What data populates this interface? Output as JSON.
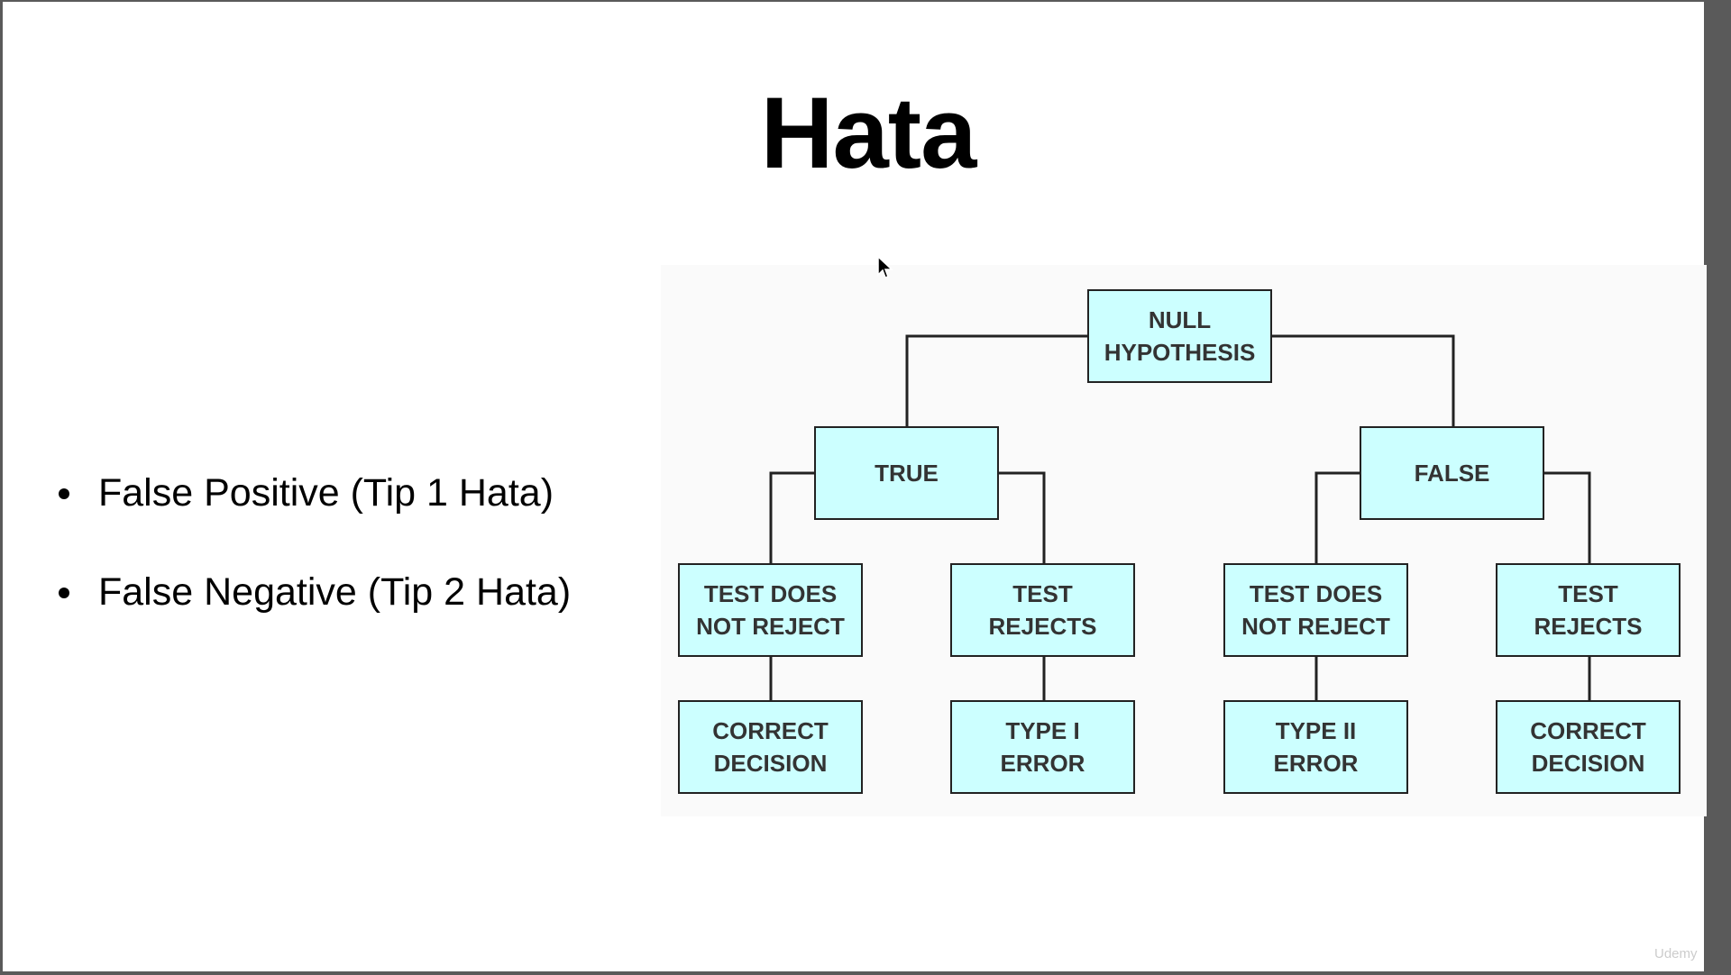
{
  "title": "Hata",
  "bullets": [
    "False Positive (Tip 1 Hata)",
    "False Negative (Tip 2 Hata)"
  ],
  "diagram": {
    "root": [
      "NULL",
      "HYPOTHESIS"
    ],
    "level1": {
      "true": [
        "TRUE"
      ],
      "false": [
        "FALSE"
      ]
    },
    "level2": {
      "true_not_reject": [
        "TEST DOES",
        "NOT REJECT"
      ],
      "true_reject": [
        "TEST",
        "REJECTS"
      ],
      "false_not_reject": [
        "TEST DOES",
        "NOT REJECT"
      ],
      "false_reject": [
        "TEST",
        "REJECTS"
      ]
    },
    "level3": {
      "true_correct": [
        "CORRECT",
        "DECISION"
      ],
      "type1": [
        "TYPE I",
        "ERROR"
      ],
      "type2": [
        "TYPE II",
        "ERROR"
      ],
      "false_correct": [
        "CORRECT",
        "DECISION"
      ]
    }
  },
  "colors": {
    "box_fill": "#ccffff",
    "box_border": "#222222",
    "connector": "#222222"
  },
  "watermark": "Udemy"
}
